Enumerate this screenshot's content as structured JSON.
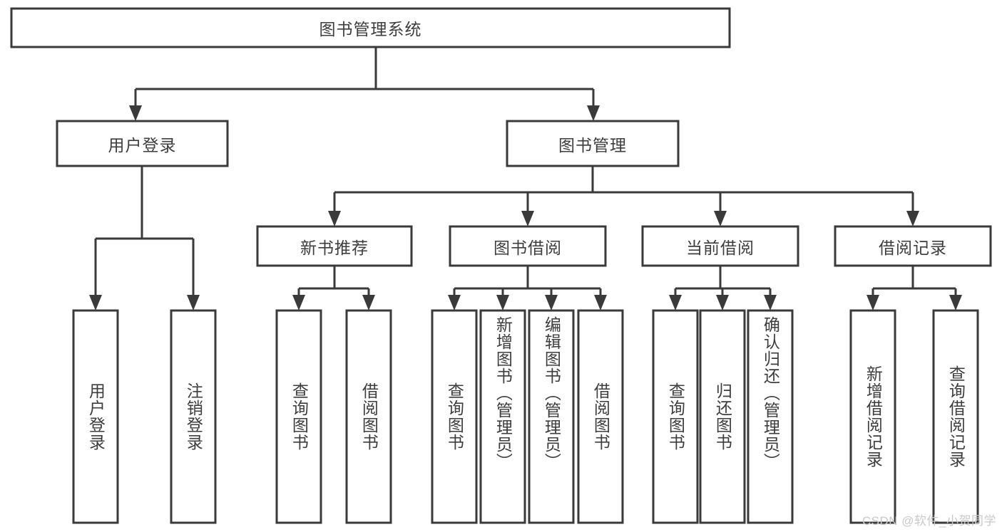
{
  "diagram": {
    "type": "tree-hierarchy",
    "title": "图书管理系统功能结构图",
    "orientation": "top-down",
    "levels": 4,
    "root": {
      "id": "root",
      "label": "图书管理系统",
      "text_orientation": "horizontal"
    },
    "level2": [
      {
        "id": "user-login",
        "label": "用户登录",
        "text_orientation": "horizontal"
      },
      {
        "id": "book-management",
        "label": "图书管理",
        "text_orientation": "horizontal"
      }
    ],
    "level3": [
      {
        "id": "new-book-recommend",
        "label": "新书推荐",
        "parent": "book-management",
        "text_orientation": "horizontal"
      },
      {
        "id": "book-borrow",
        "label": "图书借阅",
        "parent": "book-management",
        "text_orientation": "horizontal"
      },
      {
        "id": "current-borrow",
        "label": "当前借阅",
        "parent": "book-management",
        "text_orientation": "horizontal"
      },
      {
        "id": "borrow-record",
        "label": "借阅记录",
        "parent": "book-management",
        "text_orientation": "horizontal"
      }
    ],
    "leaves": [
      {
        "id": "leaf-user-login",
        "label": "用户登录",
        "parent": "user-login",
        "text_orientation": "vertical"
      },
      {
        "id": "leaf-logout-login",
        "label": "注销登录",
        "parent": "user-login",
        "text_orientation": "vertical"
      },
      {
        "id": "leaf-query-book-1",
        "label": "查询图书",
        "parent": "new-book-recommend",
        "text_orientation": "vertical"
      },
      {
        "id": "leaf-borrow-book-1",
        "label": "借阅图书",
        "parent": "new-book-recommend",
        "text_orientation": "vertical"
      },
      {
        "id": "leaf-query-book-2",
        "label": "查询图书",
        "parent": "book-borrow",
        "text_orientation": "vertical"
      },
      {
        "id": "leaf-add-book",
        "label": "新增图书（管理员）",
        "parent": "book-borrow",
        "text_orientation": "vertical"
      },
      {
        "id": "leaf-edit-book",
        "label": "编辑图书（管理员）",
        "parent": "book-borrow",
        "text_orientation": "vertical"
      },
      {
        "id": "leaf-borrow-book-2",
        "label": "借阅图书",
        "parent": "book-borrow",
        "text_orientation": "vertical"
      },
      {
        "id": "leaf-query-book-3",
        "label": "查询图书",
        "parent": "current-borrow",
        "text_orientation": "vertical"
      },
      {
        "id": "leaf-return-book",
        "label": "归还图书",
        "parent": "current-borrow",
        "text_orientation": "vertical"
      },
      {
        "id": "leaf-confirm-return",
        "label": "确认归还（管理员）",
        "parent": "current-borrow",
        "text_orientation": "vertical"
      },
      {
        "id": "leaf-add-borrow-record",
        "label": "新增借阅记录",
        "parent": "borrow-record",
        "text_orientation": "vertical"
      },
      {
        "id": "leaf-query-borrow-record",
        "label": "查询借阅记录",
        "parent": "borrow-record",
        "text_orientation": "vertical"
      }
    ],
    "colors": {
      "box_stroke": "#3a3a3a",
      "box_fill": "#ffffff",
      "connector": "#3a3a3a",
      "text": "#3d3d3d",
      "background": "#ffffff",
      "watermark": "#c9c9c9"
    }
  },
  "watermark": {
    "text": "CSDN @软件_小贺同学"
  }
}
